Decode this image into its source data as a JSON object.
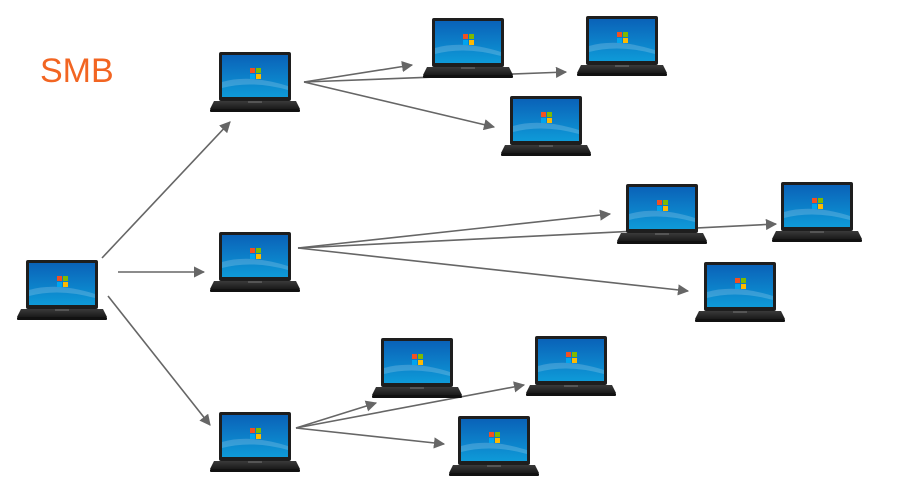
{
  "diagram": {
    "title": "SMB",
    "colors": {
      "title": "#f26522",
      "arrow": "#666666",
      "screen_top": "#0a62b8",
      "screen_bottom": "#0e9ad8",
      "bezel": "#1e1e1e",
      "keyboard_base": "#2a2a2a",
      "logo_red": "#f25022",
      "logo_green": "#7fba00",
      "logo_blue": "#00a4ef",
      "logo_yellow": "#ffb900"
    },
    "nodes": [
      {
        "id": "source",
        "icon": "laptop-icon"
      },
      {
        "id": "hop1-top",
        "icon": "laptop-icon"
      },
      {
        "id": "hop1-middle",
        "icon": "laptop-icon"
      },
      {
        "id": "hop1-bottom",
        "icon": "laptop-icon"
      },
      {
        "id": "top-a",
        "icon": "laptop-icon"
      },
      {
        "id": "top-b",
        "icon": "laptop-icon"
      },
      {
        "id": "top-c",
        "icon": "laptop-icon"
      },
      {
        "id": "mid-a",
        "icon": "laptop-icon"
      },
      {
        "id": "mid-b",
        "icon": "laptop-icon"
      },
      {
        "id": "mid-c",
        "icon": "laptop-icon"
      },
      {
        "id": "bot-a",
        "icon": "laptop-icon"
      },
      {
        "id": "bot-b",
        "icon": "laptop-icon"
      },
      {
        "id": "bot-c",
        "icon": "laptop-icon"
      }
    ],
    "edges": [
      {
        "from": "source",
        "to": "hop1-top"
      },
      {
        "from": "source",
        "to": "hop1-middle"
      },
      {
        "from": "source",
        "to": "hop1-bottom"
      },
      {
        "from": "hop1-top",
        "to": "top-a"
      },
      {
        "from": "hop1-top",
        "to": "top-b"
      },
      {
        "from": "hop1-top",
        "to": "top-c"
      },
      {
        "from": "hop1-middle",
        "to": "mid-a"
      },
      {
        "from": "hop1-middle",
        "to": "mid-b"
      },
      {
        "from": "hop1-middle",
        "to": "mid-c"
      },
      {
        "from": "hop1-bottom",
        "to": "bot-a"
      },
      {
        "from": "hop1-bottom",
        "to": "bot-b"
      },
      {
        "from": "hop1-bottom",
        "to": "bot-c"
      }
    ]
  }
}
